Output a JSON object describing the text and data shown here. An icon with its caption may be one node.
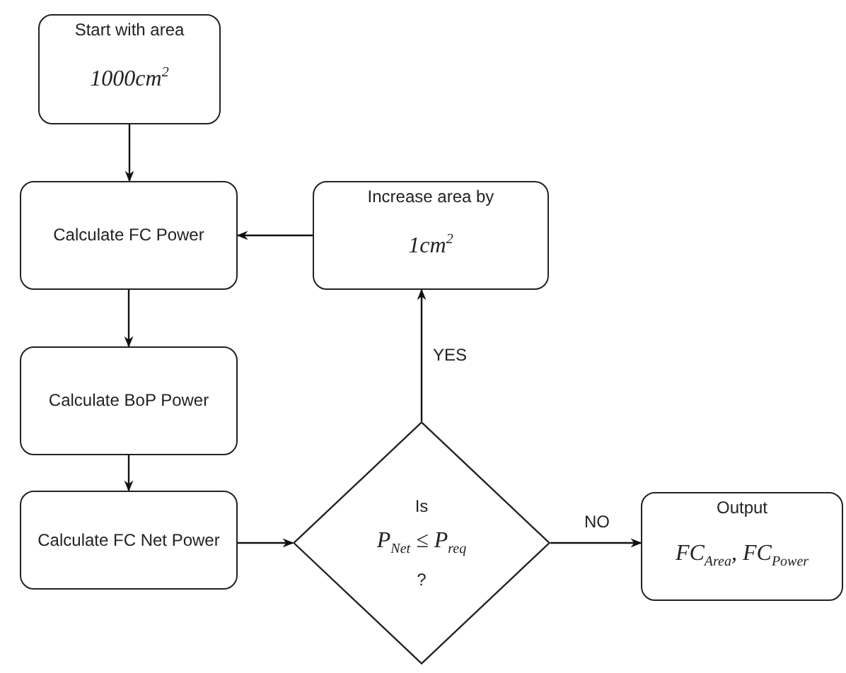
{
  "diagram": {
    "nodes": [
      {
        "text": [
          "Start with area",
          "1000cm$^{2}$"
        ]
      },
      {
        "text": [
          "Calculate FC Power"
        ]
      },
      {
        "text": [
          "Increase area by",
          "1cm$^{2}$"
        ]
      },
      {
        "text": [
          "Calculate BoP Power"
        ]
      },
      {
        "text": [
          "Calculate FC Net Power"
        ]
      },
      {
        "text": [
          "Is",
          "P$_{Net}$ ≤ P$_{req}$",
          "?"
        ]
      },
      {
        "text": [
          "Output",
          "FC$_{Area}$, FC$_{Power}$"
        ]
      }
    ],
    "edges": [
      {
        "from": 0,
        "to": 1,
        "arrow": "to"
      },
      {
        "from": 1,
        "to": 3,
        "arrow": "to"
      },
      {
        "from": 3,
        "to": 4,
        "arrow": "to"
      },
      {
        "from": 4,
        "to": 5,
        "arrow": "to"
      },
      {
        "from": 5,
        "to": 2,
        "arrow": "to",
        "label": "YES"
      },
      {
        "from": 5,
        "to": 6,
        "arrow": "to",
        "label": "NO"
      },
      {
        "from": 2,
        "to": 1,
        "arrow": "to"
      }
    ]
  }
}
